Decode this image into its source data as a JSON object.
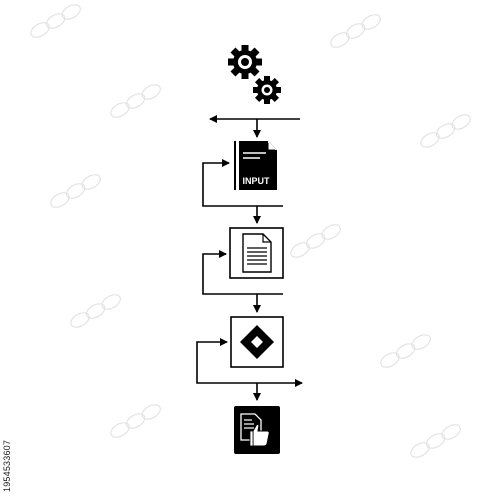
{
  "diagram": {
    "input_doc_label": "INPUT",
    "stock_id": "1954533607",
    "colors": {
      "ink": "#000000",
      "background": "#ffffff",
      "watermark": "#d9d9d9"
    },
    "nodes": [
      {
        "id": "gears",
        "icon": "gears-icon"
      },
      {
        "id": "input-document",
        "icon": "input-document-icon"
      },
      {
        "id": "text-document",
        "icon": "text-document-icon"
      },
      {
        "id": "decision",
        "icon": "diamond-icon"
      },
      {
        "id": "output-book",
        "icon": "thumbs-up-document-icon"
      }
    ]
  }
}
